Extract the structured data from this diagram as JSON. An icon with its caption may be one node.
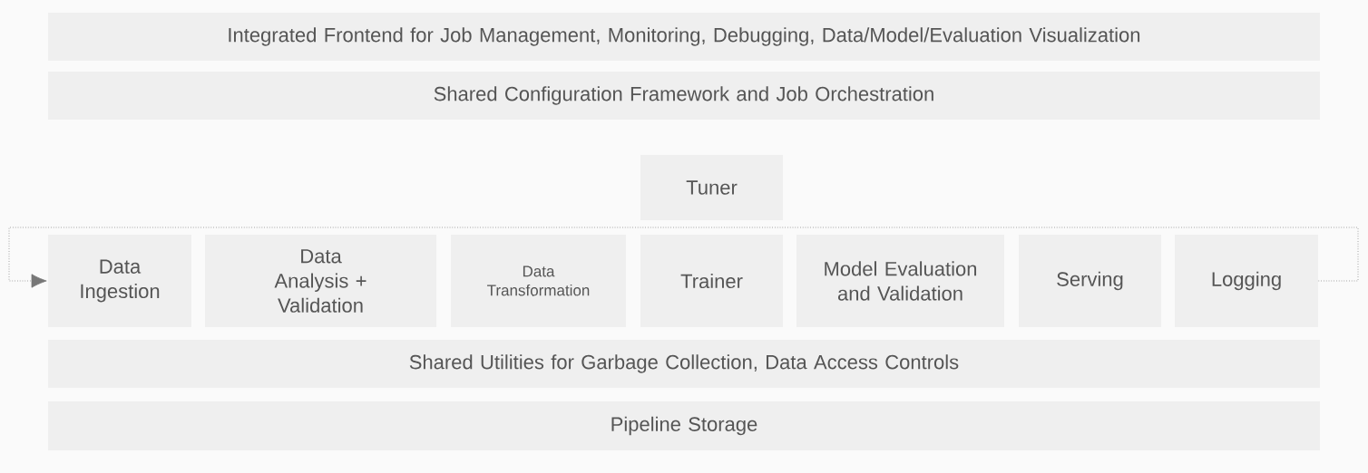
{
  "diagram": {
    "nodes": [
      {
        "text": [
          "Integrated Frontend for Job Management, Monitoring, Debugging, Data/Model/Evaluation Visualization"
        ]
      },
      {
        "text": [
          "Shared Configuration Framework and Job Orchestration"
        ]
      },
      {
        "text": [
          "Tuner"
        ]
      },
      {
        "text": [
          "Data Ingestion"
        ]
      },
      {
        "text": [
          "Data Analysis + Validation"
        ]
      },
      {
        "text": [
          "Data Transformation"
        ]
      },
      {
        "text": [
          "Trainer"
        ]
      },
      {
        "text": [
          "Model Evaluation and Validation"
        ]
      },
      {
        "text": [
          "Serving"
        ]
      },
      {
        "text": [
          "Logging"
        ]
      },
      {
        "text": [
          "Shared Utilities for Garbage Collection, Data Access Controls"
        ]
      },
      {
        "text": [
          "Pipeline Storage"
        ]
      }
    ],
    "edges": [
      {
        "from": 9,
        "to": 3,
        "arrow": "to",
        "style": "dashed"
      }
    ]
  }
}
